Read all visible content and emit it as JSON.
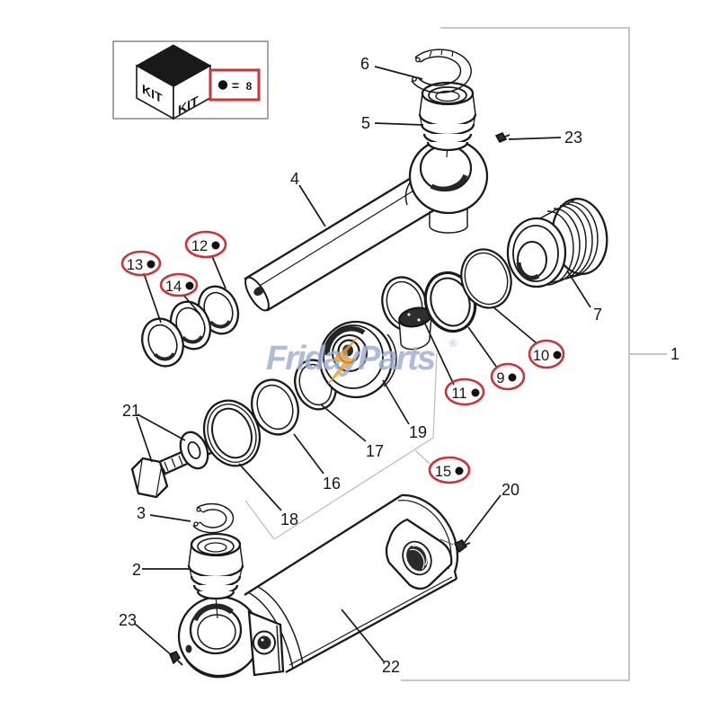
{
  "legend": {
    "kit_face_left": "KIT",
    "kit_face_right": "KIT",
    "bullet": "●",
    "equals": "=",
    "kit_item_number": "8"
  },
  "watermark": {
    "text": "FridayParts",
    "registered": "®"
  },
  "colors": {
    "highlight_red": "#cb3339",
    "watermark_blue": "#a0b1d4",
    "watermark_orange": "#f2a137",
    "line_black": "#1a1a1a",
    "bracket_gray": "#b5b5b5"
  },
  "callouts": {
    "plain": [
      {
        "label": "1"
      },
      {
        "label": "2"
      },
      {
        "label": "3"
      },
      {
        "label": "4"
      },
      {
        "label": "5"
      },
      {
        "label": "6"
      },
      {
        "label": "7"
      },
      {
        "label": "16"
      },
      {
        "label": "17"
      },
      {
        "label": "18"
      },
      {
        "label": "19"
      },
      {
        "label": "20"
      },
      {
        "label": "21"
      },
      {
        "label": "22"
      },
      {
        "label": "23"
      },
      {
        "label": "23"
      }
    ],
    "kit_items": [
      {
        "label": "9"
      },
      {
        "label": "10"
      },
      {
        "label": "11"
      },
      {
        "label": "12"
      },
      {
        "label": "13"
      },
      {
        "label": "14"
      },
      {
        "label": "15"
      }
    ]
  }
}
